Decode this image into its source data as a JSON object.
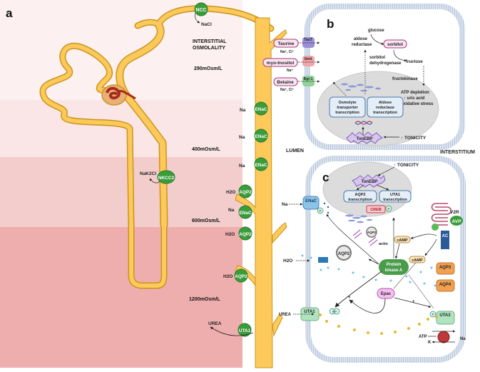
{
  "panel_a": {
    "label": "a",
    "interstitial_title_1": "INTERSTITIAL",
    "interstitial_title_2": "OSMOLALITY",
    "zones": [
      {
        "osmolality": "290mOsm/L",
        "color": "#fcf0f0"
      },
      {
        "osmolality": "400mOsm/L",
        "color": "#fae6e6"
      },
      {
        "osmolality": "600mOsm/L",
        "color": "#f3cccc"
      },
      {
        "osmolality": "1200mOsm/L",
        "color": "#eeaeae"
      }
    ],
    "ncc": {
      "label": "NCC",
      "substrate": "NaCl"
    },
    "nkcc2": {
      "label": "NKCC2",
      "substrate": "NaK2Cl"
    },
    "channels": [
      {
        "label": "ENaC",
        "substrate": "Na"
      },
      {
        "label": "ENaC",
        "substrate": "Na"
      },
      {
        "label": "ENaC",
        "substrate": "Na"
      },
      {
        "label": "AQP2",
        "substrate": "H2O"
      },
      {
        "label": "ENaC",
        "substrate": "Na"
      },
      {
        "label": "AQP2",
        "substrate": "H2O"
      },
      {
        "label": "AQP2",
        "substrate": "H2O"
      },
      {
        "label": "UTA1",
        "substrate": "UREA"
      }
    ]
  },
  "panel_b": {
    "label": "b",
    "transporters": [
      {
        "osmolyte": "Taurine",
        "transporter": "TauT",
        "ions": "Na⁺, Cl⁻",
        "color": "#9b8fd8"
      },
      {
        "osmolyte": "myo-Inositol",
        "transporter": "Smit",
        "ions": "Na⁺",
        "color": "#f2a5a8"
      },
      {
        "osmolyte": "Betaine",
        "transporter": "Bgt-1",
        "ions": "Na⁺, Cl⁻",
        "color": "#8fd39a"
      }
    ],
    "glucose": "glucose",
    "aldose_reductase_1": "aldose",
    "aldose_reductase_2": "reductase",
    "sorbitol": "sorbitol",
    "sorbitol_dh_1": "sorbitol",
    "sorbitol_dh_2": "dehydrogenase",
    "fructose": "fructose",
    "fructokinase": "fructokinase",
    "effects": [
      "ATP depletion",
      "↑ uric acid",
      "Oxidative stress"
    ],
    "osmolyte_box": [
      "Osmolyte",
      "transporter",
      "transcription"
    ],
    "aldose_box": [
      "Aldose",
      "reductase",
      "transcription"
    ],
    "tonebp": "TonEBP",
    "tonicity": "↑ TONICITY"
  },
  "labels": {
    "lumen": "LUMEN",
    "interstitium": "INTERSTITIUM"
  },
  "panel_c": {
    "label": "c",
    "tonicity": "↑ TONICITY",
    "tonebp": "TonEBP",
    "aqp2_box": [
      "AQP2",
      "transcription"
    ],
    "uta1_box": [
      "UTA1",
      "transcription"
    ],
    "creb": "CREB",
    "p": "P",
    "pp": "PP",
    "enac": "ENaC",
    "na": "Na",
    "h2o": "H2O",
    "urea": "UREA",
    "aqp2": "AQP2",
    "actin": "actin",
    "pka": [
      "Protein",
      "kinase A"
    ],
    "camp": "cAMP",
    "epac": "Epac",
    "v2r": "V2R",
    "avp": "AVP",
    "ac": "AC",
    "aqp3": "AQP3",
    "aqp4": "AQP4",
    "uta1": "UTA1",
    "uta3": "UTA3",
    "atp": "ATP",
    "k": "K",
    "na_out": "Na",
    "plus": "+"
  }
}
